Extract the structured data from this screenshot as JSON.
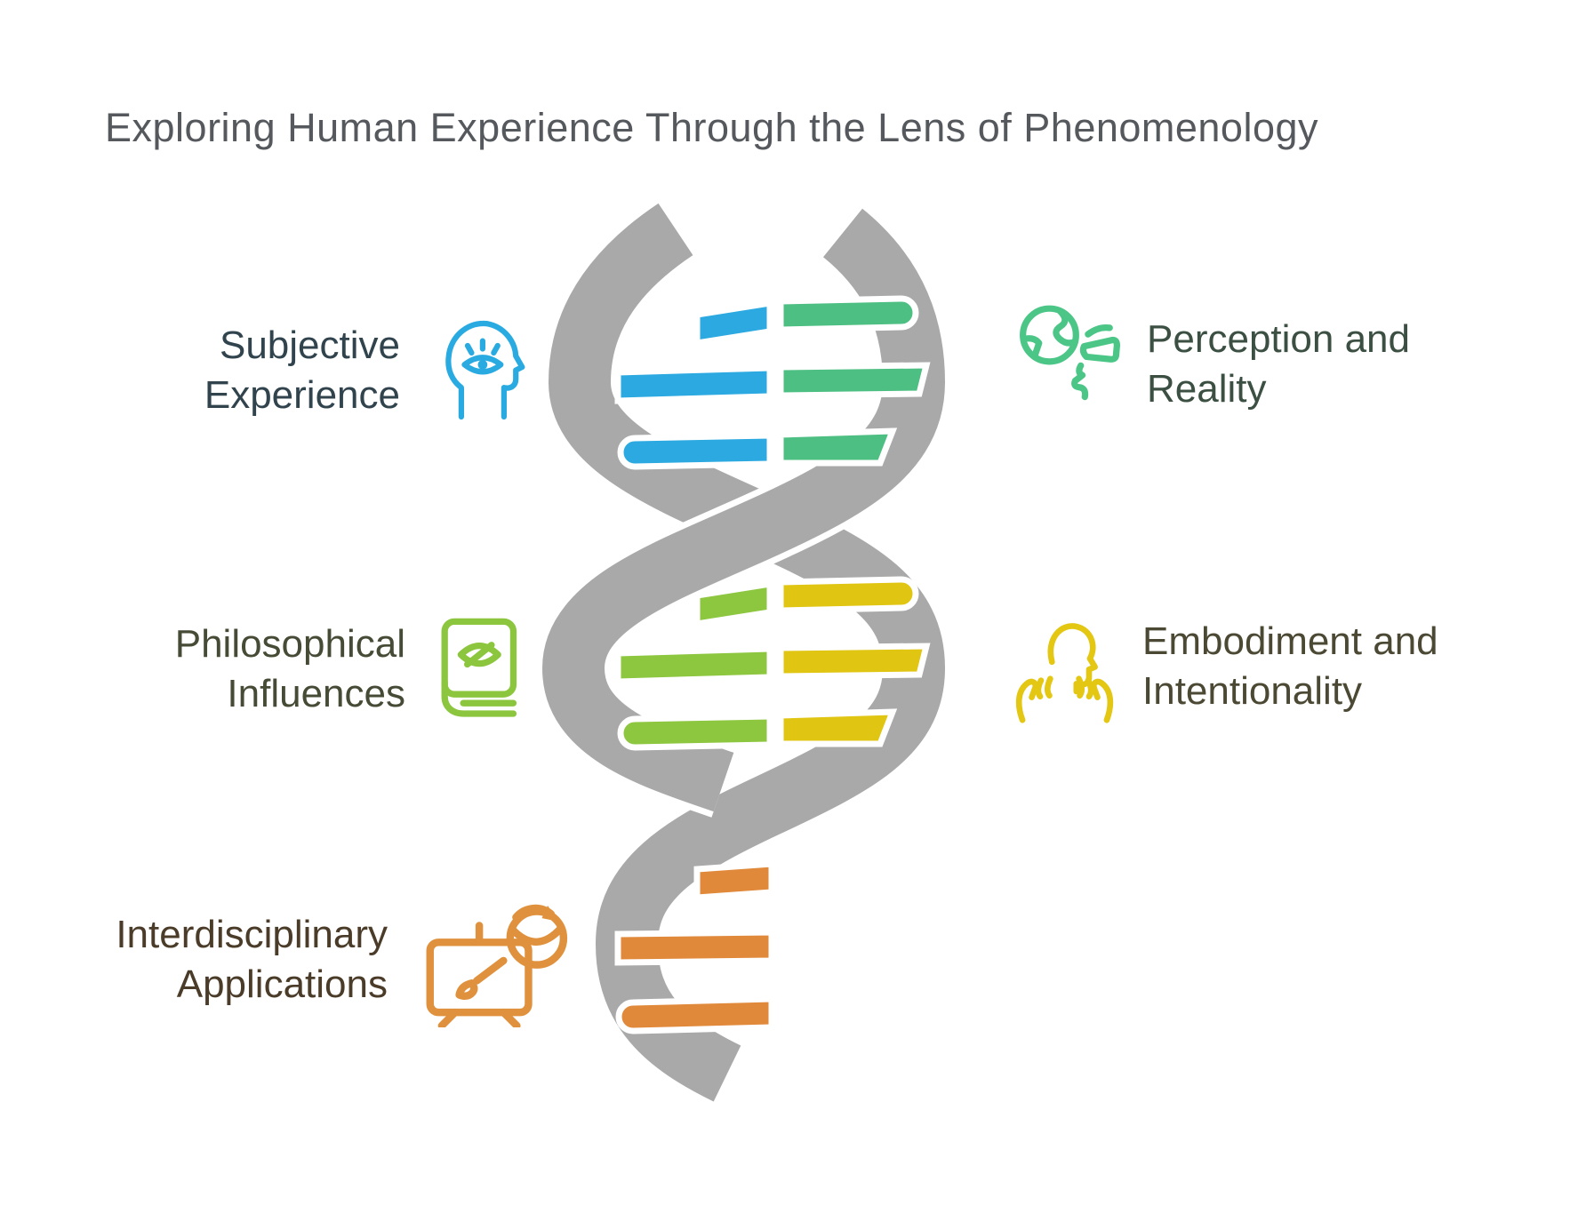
{
  "title": {
    "text": "Exploring Human Experience Through the Lens of Phenomenology",
    "color": "#55585C"
  },
  "items": {
    "left": [
      {
        "id": "subjective-experience",
        "line1": "Subjective",
        "line2": "Experience",
        "icon": "head-eye-icon",
        "icon_color": "#29ABE2",
        "text_color": "#31444E"
      },
      {
        "id": "philosophical-influences",
        "line1": "Philosophical",
        "line2": "Influences",
        "icon": "book-leaf-icon",
        "icon_color": "#8CC63F",
        "text_color": "#464B36"
      },
      {
        "id": "interdisciplinary-applications",
        "line1": "Interdisciplinary",
        "line2": "Applications",
        "icon": "easel-paint-icon",
        "icon_color": "#E0913D",
        "text_color": "#4A3C29"
      }
    ],
    "right": [
      {
        "id": "perception-reality",
        "line1": "Perception and",
        "line2": "Reality",
        "icon": "globe-face-icon",
        "icon_color": "#4CC687",
        "text_color": "#3B4F42"
      },
      {
        "id": "embodiment-intentionality",
        "line1": "Embodiment and",
        "line2": "Intentionality",
        "icon": "hands-head-icon",
        "icon_color": "#E3C713",
        "text_color": "#4B4934"
      }
    ]
  },
  "helix": {
    "strand_color": "#A9A9A9",
    "rung_colors": {
      "top_left": "#2BA9E0",
      "top_right": "#4DBF82",
      "middle_left": "#8DC63F",
      "middle_right": "#E0C512",
      "bottom_left": "#E1893B"
    }
  }
}
